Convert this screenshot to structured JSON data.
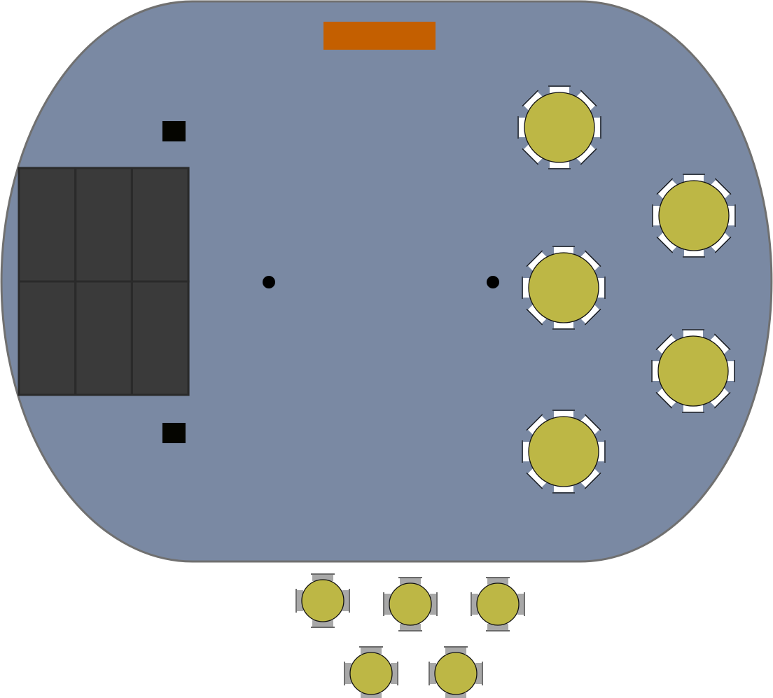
{
  "colors": {
    "floor": "#7a89a3",
    "floor_border": "#707070",
    "table": "#bdb745",
    "chair_inside": "#ffffff",
    "chair_outside": "#a8a8a8",
    "stage": "#3a3a3a",
    "stage_grid": "#2a2a2a",
    "speaker": "#050500",
    "entrance": "#c45f00",
    "post": "#000000"
  },
  "counts": {
    "round_tables_8_seat": 5,
    "round_tables_4_seat": 5,
    "stage_panels": 6
  }
}
